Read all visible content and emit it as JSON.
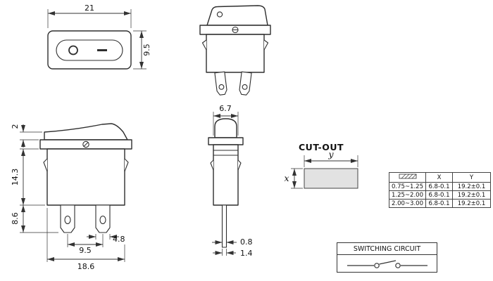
{
  "page": {
    "background": "#ffffff",
    "line_color": "#333333",
    "cutout_fill": "#e2e2e2"
  },
  "top_view": {
    "dim_width": "21",
    "dim_height": "9.5",
    "symbol_off": "O",
    "symbol_on": "—"
  },
  "side_view": {
    "dim_rocker_height": "2",
    "dim_body_height": "14.3",
    "dim_terminal_length": "8.6",
    "dim_terminal_pitch": "9.5",
    "dim_terminal_width": "4.8",
    "dim_body_width": "18.6"
  },
  "profile_view": {
    "dim_depth": "6.7",
    "dim_terminal_thickness": "0.8",
    "dim_terminal_tip": "1.4"
  },
  "cutout": {
    "title": "CUT-OUT",
    "dim_x": "x",
    "dim_y": "y"
  },
  "spec_table": {
    "col_thickness_icon": "panel-thickness-hatch",
    "col_x": "X",
    "col_y": "Y",
    "rows": [
      {
        "thickness": "0.75~1.25",
        "x": "6.8-0.1",
        "y": "19.2±0.1"
      },
      {
        "thickness": "1.25~2.00",
        "x": "6.8-0.1",
        "y": "19.2±0.1"
      },
      {
        "thickness": "2.00~3.00",
        "x": "6.8-0.1",
        "y": "19.2±0.1"
      }
    ]
  },
  "switching_circuit": {
    "title": "SWITCHING CIRCUIT"
  }
}
